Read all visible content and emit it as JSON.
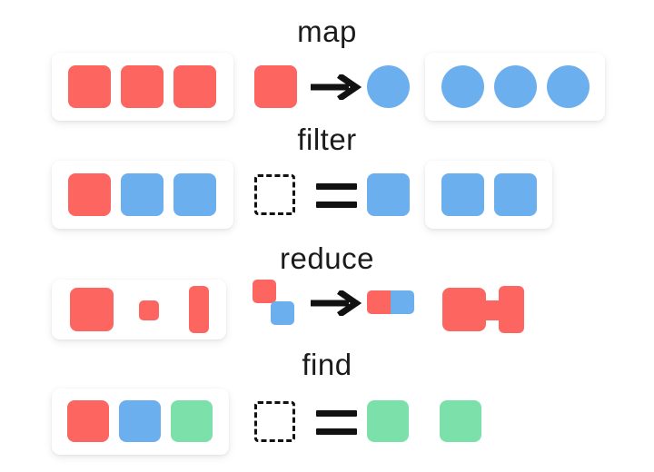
{
  "diagram": {
    "title_visible": false,
    "background": "#ffffff",
    "palette": {
      "red": "#fc6560",
      "blue": "#6cafee",
      "green": "#7ce0aa",
      "ink": "#111111",
      "card": "#ffffff"
    },
    "rows": [
      {
        "id": "map",
        "label": "map",
        "input": {
          "kind": "card",
          "items": [
            {
              "shape": "square",
              "color": "red"
            },
            {
              "shape": "square",
              "color": "red"
            },
            {
              "shape": "square",
              "color": "red"
            }
          ]
        },
        "operator": {
          "kind": "transform",
          "glyph": "arrow-right",
          "from": {
            "shape": "square",
            "color": "red"
          },
          "to": {
            "shape": "circle",
            "color": "blue"
          }
        },
        "output": {
          "kind": "card",
          "items": [
            {
              "shape": "circle",
              "color": "blue"
            },
            {
              "shape": "circle",
              "color": "blue"
            },
            {
              "shape": "circle",
              "color": "blue"
            }
          ]
        }
      },
      {
        "id": "filter",
        "label": "filter",
        "input": {
          "kind": "card",
          "items": [
            {
              "shape": "square",
              "color": "red"
            },
            {
              "shape": "square",
              "color": "blue"
            },
            {
              "shape": "square",
              "color": "blue"
            }
          ]
        },
        "operator": {
          "kind": "predicate",
          "glyph": "equals",
          "placeholder": {
            "shape": "square",
            "color": "dashed"
          },
          "match": {
            "shape": "square",
            "color": "blue"
          }
        },
        "output": {
          "kind": "card",
          "items": [
            {
              "shape": "square",
              "color": "blue"
            },
            {
              "shape": "square",
              "color": "blue"
            }
          ]
        }
      },
      {
        "id": "reduce",
        "label": "reduce",
        "input": {
          "kind": "card",
          "items": [
            {
              "shape": "square-large",
              "color": "red"
            },
            {
              "shape": "square-small",
              "color": "red"
            },
            {
              "shape": "rect-tall",
              "color": "red"
            }
          ]
        },
        "operator": {
          "kind": "accumulate",
          "glyph": "arrow-right",
          "from": [
            {
              "shape": "square-small",
              "color": "red"
            },
            {
              "shape": "square-small",
              "color": "blue"
            }
          ],
          "to": [
            {
              "shape": "square-small",
              "color": "red"
            },
            {
              "shape": "square-small",
              "color": "blue"
            }
          ]
        },
        "output": {
          "kind": "merged",
          "items": [
            {
              "shape": "square-large",
              "color": "red"
            },
            {
              "shape": "square-small",
              "color": "red"
            },
            {
              "shape": "rect-tall",
              "color": "red"
            }
          ]
        }
      },
      {
        "id": "find",
        "label": "find",
        "input": {
          "kind": "card",
          "items": [
            {
              "shape": "square",
              "color": "red"
            },
            {
              "shape": "square",
              "color": "blue"
            },
            {
              "shape": "square",
              "color": "green"
            }
          ]
        },
        "operator": {
          "kind": "predicate",
          "glyph": "equals",
          "placeholder": {
            "shape": "square",
            "color": "dashed"
          },
          "match": {
            "shape": "square",
            "color": "green"
          }
        },
        "output": {
          "kind": "bare",
          "items": [
            {
              "shape": "square",
              "color": "green"
            }
          ]
        }
      }
    ]
  }
}
